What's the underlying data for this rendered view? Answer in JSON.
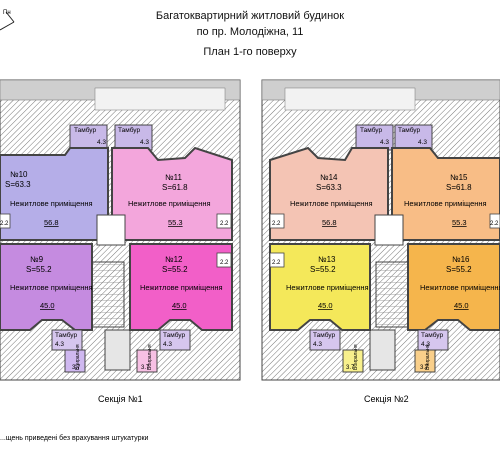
{
  "header": {
    "title_line1": "Багатоквартирний житловий будинок",
    "title_line2": "по пр. Молодіжна, 11",
    "title_line3": "План 1-го поверху"
  },
  "north_label": "Пн",
  "footer_note": "...щень приведені без врахування штукатурки",
  "colors": {
    "s1_top_left": "#b5aee8",
    "s1_top_right": "#f3a6dc",
    "s1_bot_left": "#c58be0",
    "s1_bot_right": "#f25fc8",
    "s2_top_left": "#f4c4b4",
    "s2_top_right": "#f8bd86",
    "s2_bot_left": "#f4e85a",
    "s2_bot_right": "#f5b54c",
    "vestibule_top": "#c8b9e8",
    "vestibule_bottom": "#d6c6ee",
    "corridor": "#e6e6e6",
    "walls": "#555555"
  },
  "sections": [
    {
      "label": "Секція №1",
      "units": [
        {
          "num": "№10",
          "area": "S=63.3",
          "type": "Нежитлове приміщення",
          "inner": "56.8"
        },
        {
          "num": "№11",
          "area": "S=61.8",
          "type": "Нежитлове приміщення",
          "inner": "55.3"
        },
        {
          "num": "№9",
          "area": "S=55.2",
          "type": "Нежитлове приміщення",
          "inner": "45.0"
        },
        {
          "num": "№12",
          "area": "S=55.2",
          "type": "Нежитлове приміщення",
          "inner": "45.0"
        }
      ],
      "vestibules_top": [
        {
          "label": "Тамбур",
          "area": "4.3"
        },
        {
          "label": "Тамбур",
          "area": "4.3"
        }
      ],
      "vestibules_bottom": [
        {
          "label": "Тамбур",
          "area": "4.3"
        },
        {
          "label": "Тамбур",
          "area": "4.3"
        }
      ],
      "small_areas": {
        "left_top": "2.2",
        "right_top": "2.2",
        "right_bottom": "2.2"
      },
      "wc": [
        {
          "label": "Вбиральня",
          "area": "3.7"
        },
        {
          "label": "Вбиральня",
          "area": "3.7"
        }
      ]
    },
    {
      "label": "Секція №2",
      "units": [
        {
          "num": "№14",
          "area": "S=63.3",
          "type": "Нежитлове приміщення",
          "inner": "56.8"
        },
        {
          "num": "№15",
          "area": "S=61.8",
          "type": "Нежитлове приміщення",
          "inner": "55.3"
        },
        {
          "num": "№13",
          "area": "S=55.2",
          "type": "Нежитлове приміщення",
          "inner": "45.0"
        },
        {
          "num": "№16",
          "area": "S=55.2",
          "type": "Нежитлове приміщення",
          "inner": "45.0"
        }
      ],
      "vestibules_top": [
        {
          "label": "Тамбур",
          "area": "4.3"
        },
        {
          "label": "Тамбур",
          "area": "4.3"
        }
      ],
      "vestibules_bottom": [
        {
          "label": "Тамбур",
          "area": "4.3"
        },
        {
          "label": "Тамбур",
          "area": "4.3"
        }
      ],
      "small_areas": {
        "left_top": "2.2",
        "left_bottom": "2.2",
        "right_top": "2.2"
      },
      "wc": [
        {
          "label": "Вбиральня",
          "area": "3.7"
        },
        {
          "label": "Вбиральня",
          "area": "3.7"
        }
      ]
    }
  ]
}
